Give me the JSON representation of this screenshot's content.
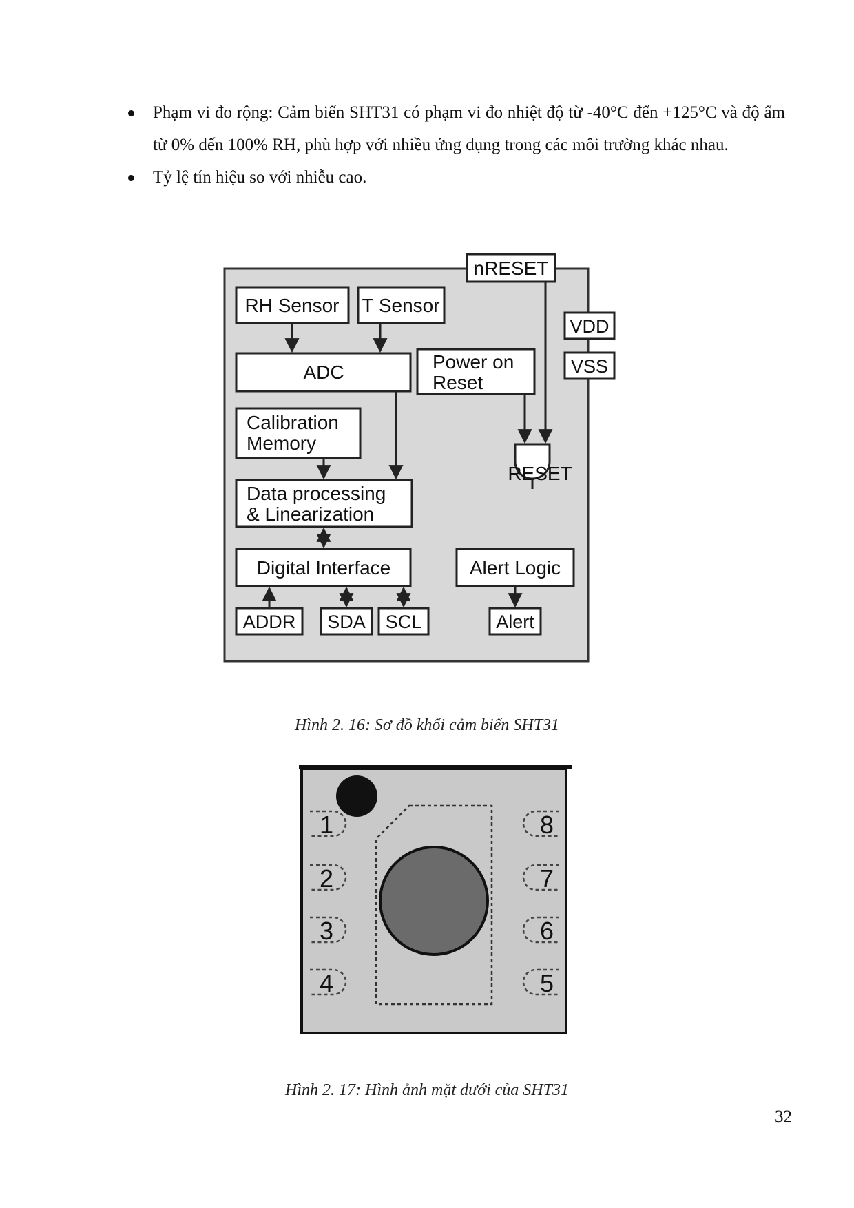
{
  "bullets": [
    {
      "text": "Phạm vi đo rộng: Cảm biến SHT31 có phạm vi đo nhiệt độ từ -40°C đến +125°C và độ ẩm từ 0% đến 100% RH, phù hợp với nhiều ứng dụng trong các môi trường khác nhau."
    },
    {
      "text": "Tỷ lệ tín hiệu so với nhiễu cao."
    }
  ],
  "block_diagram": {
    "pins": {
      "nreset": "nRESET",
      "vdd": "VDD",
      "vss": "VSS",
      "addr": "ADDR",
      "sda": "SDA",
      "scl": "SCL",
      "alert": "Alert"
    },
    "blocks": {
      "rh_sensor": "RH Sensor",
      "t_sensor": "T Sensor",
      "adc": "ADC",
      "power_on_reset_1": "Power on",
      "power_on_reset_2": "Reset",
      "calibration_1": "Calibration",
      "calibration_2": "Memory",
      "data_processing_1": "Data  processing",
      "data_processing_2": "& Linearization",
      "digital_interface": "Digital Interface",
      "alert_logic": "Alert  Logic"
    },
    "reset_label": "RESET"
  },
  "caption_1": "Hình 2. 16: Sơ đồ khối cảm biến SHT31",
  "package": {
    "pins_left": [
      "1",
      "2",
      "3",
      "4"
    ],
    "pins_right": [
      "8",
      "7",
      "6",
      "5"
    ]
  },
  "caption_2": "Hình 2. 17: Hình ảnh mặt dưới của SHT31",
  "page_number": "32"
}
